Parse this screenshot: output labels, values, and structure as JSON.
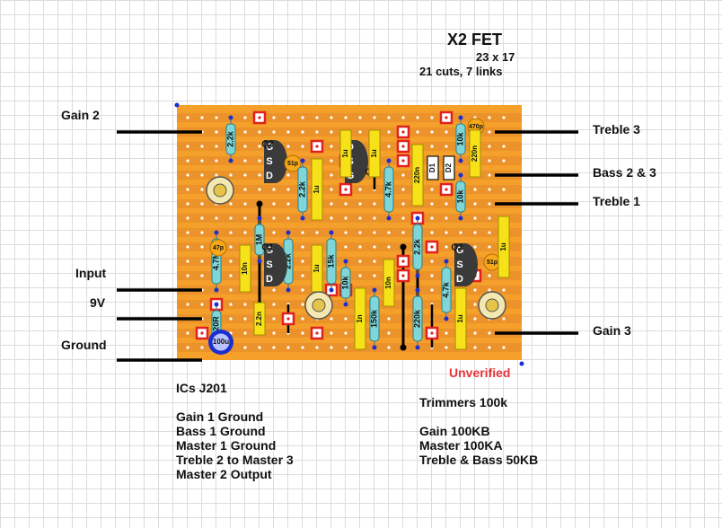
{
  "title": "X2 FET",
  "board_size": "23 x 17",
  "cuts_links": "21 cuts, 7 links",
  "status": "Unverified",
  "left_labels": [
    "Gain 2",
    "Input",
    "9V",
    "Ground"
  ],
  "right_labels": [
    "Treble 3",
    "Bass 2 & 3",
    "Treble 1",
    "Gain 3"
  ],
  "notes_left": [
    "ICs J201",
    "",
    "Gain 1 Ground",
    "Bass 1 Ground",
    "Master 1 Ground",
    "Treble 2 to Master 3",
    "Master 2 Output"
  ],
  "notes_right": [
    "Trimmers 100k",
    "",
    "Gain 100KB",
    "Master 100KA",
    "Treble & Bass 50KB"
  ],
  "transistors": [
    {
      "name": "Q2",
      "pins": [
        "G",
        "S",
        "D"
      ]
    },
    {
      "name": "Q4",
      "pins": [
        "D",
        "S",
        "G"
      ]
    },
    {
      "name": "Q1",
      "pins": [
        "G",
        "S",
        "D"
      ]
    },
    {
      "name": "Q3",
      "pins": [
        "G",
        "S",
        "D"
      ]
    }
  ],
  "resistors": [
    "2.2k",
    "2.2k",
    "1M",
    "2.2k",
    "4.7M",
    "4.7k",
    "15k",
    "10k",
    "150k",
    "2.2k",
    "4.7k",
    "220k",
    "10k",
    "10k",
    "220R"
  ],
  "capacitors": [
    "51p",
    "47p",
    "51p",
    "470p",
    "1u",
    "1u",
    "10n",
    "2.2n",
    "1n",
    "10n",
    "220n",
    "220n",
    "1u",
    "1u",
    "1u"
  ],
  "electrolytic": "100u",
  "diodes": [
    "D1",
    "D2"
  ],
  "colors": {
    "board": "#f5a02a",
    "strip": "#e2882a",
    "resistor": "#7fd6d8",
    "film_cap": "#f7e21a",
    "ceramic_cap": "#f6a81a",
    "transistor": "#3a3a3a",
    "cut": "#e22020",
    "wire": "#000000",
    "status": "#e8333a"
  }
}
